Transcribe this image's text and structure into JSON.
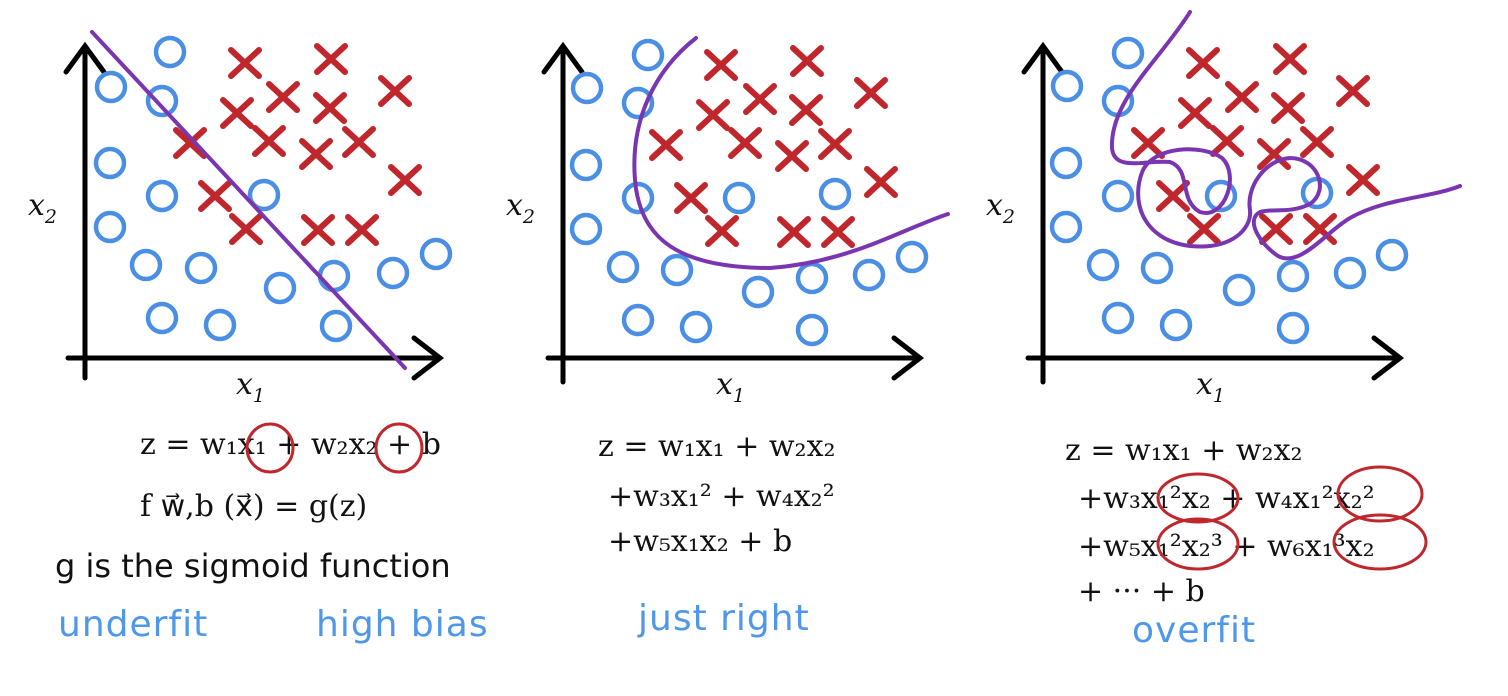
{
  "colors": {
    "circle": "#4a8fe3",
    "cross": "#c0272d",
    "boundary": "#7a35b0",
    "caption": "#4f97e8",
    "axis": "#000000"
  },
  "axes": {
    "x_label": "x",
    "x_sub": "1",
    "y_label": "x",
    "y_sub": "2"
  },
  "panels": [
    {
      "caption_left": "underfit",
      "caption_right": "high bias",
      "eq_line1": "z = w₁x₁ + w₂x₂ + b",
      "eq_line2": "f w⃗,b (x⃗) = g(z)",
      "note": "g is the sigmoid function"
    },
    {
      "caption": "just right",
      "eq_line1": "z = w₁x₁ + w₂x₂",
      "eq_line2": "+w₃x₁² + w₄x₂²",
      "eq_line3": "+w₅x₁x₂ + b"
    },
    {
      "caption": "overfit",
      "eq_line1": "z = w₁x₁ + w₂x₂",
      "eq_line2": "+w₃x₁²x₂ + w₄x₁²x₂²",
      "eq_line3": "+w₅x₁²x₂³ + w₆x₁³x₂",
      "eq_line4": "+ ··· + b"
    }
  ]
}
